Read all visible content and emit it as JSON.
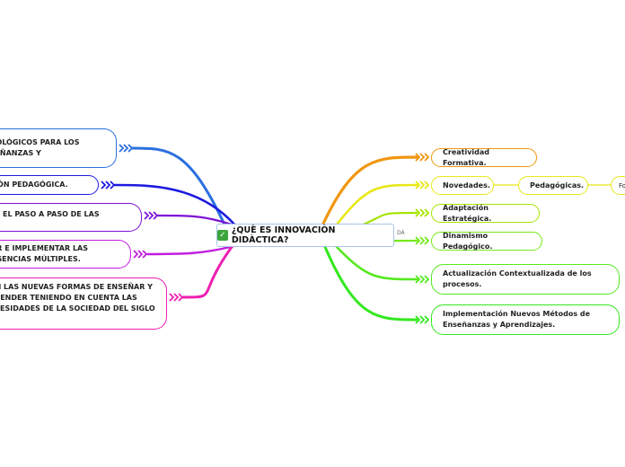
{
  "central": {
    "label": "¿QUÈ ES INNOVACIÒN DIDÀCTICA?",
    "icon": "checkbox-icon"
  },
  "fragment_label": "DÁ",
  "right_nodes": [
    {
      "label": "Creatividad Formativa.",
      "color": "#f0960f"
    },
    {
      "label": "Novedades.",
      "color": "#e8e817"
    },
    {
      "label": "Adaptación Estratégica.",
      "color": "#a6e400"
    },
    {
      "label": "Dinamismo Pedagógico.",
      "color": "#72ea19"
    },
    {
      "label": "Actualización Contextualizada de los procesos.",
      "color": "#55e920"
    },
    {
      "label": "Implementación Nuevos Métodos de Enseñanzas y Aprendizajes.",
      "color": "#33e81f"
    }
  ],
  "sub_node": {
    "label": "Pedagógicas.",
    "color": "#e8e817"
  },
  "far_node": {
    "label": "Fo",
    "color": "#e8e817"
  },
  "left_nodes": [
    {
      "label": "ODOLÓGICOS PARA LOS\nNSEÑANZAS Y",
      "color": "#2b6fe0"
    },
    {
      "label": "ACIÓN PEDAGÓGICA.",
      "color": "#1d1ae0"
    },
    {
      "label": "CAR EL PASO A PASO DE LAS",
      "color": "#7d12d6"
    },
    {
      "label": "LUIR E IMPLEMENTAR LAS\nELIGENCIAS MÚLTIPLES.",
      "color": "#c21ee0"
    },
    {
      "label": "SON LAS NUEVAS FORMAS DE ENSEÑAR Y\nAPRENDER TENIENDO EN CUENTA LAS\nNECESIDADES DE LA SOCIEDAD DEL SIGLO\nXXI.",
      "color": "#ee1fb2"
    }
  ]
}
